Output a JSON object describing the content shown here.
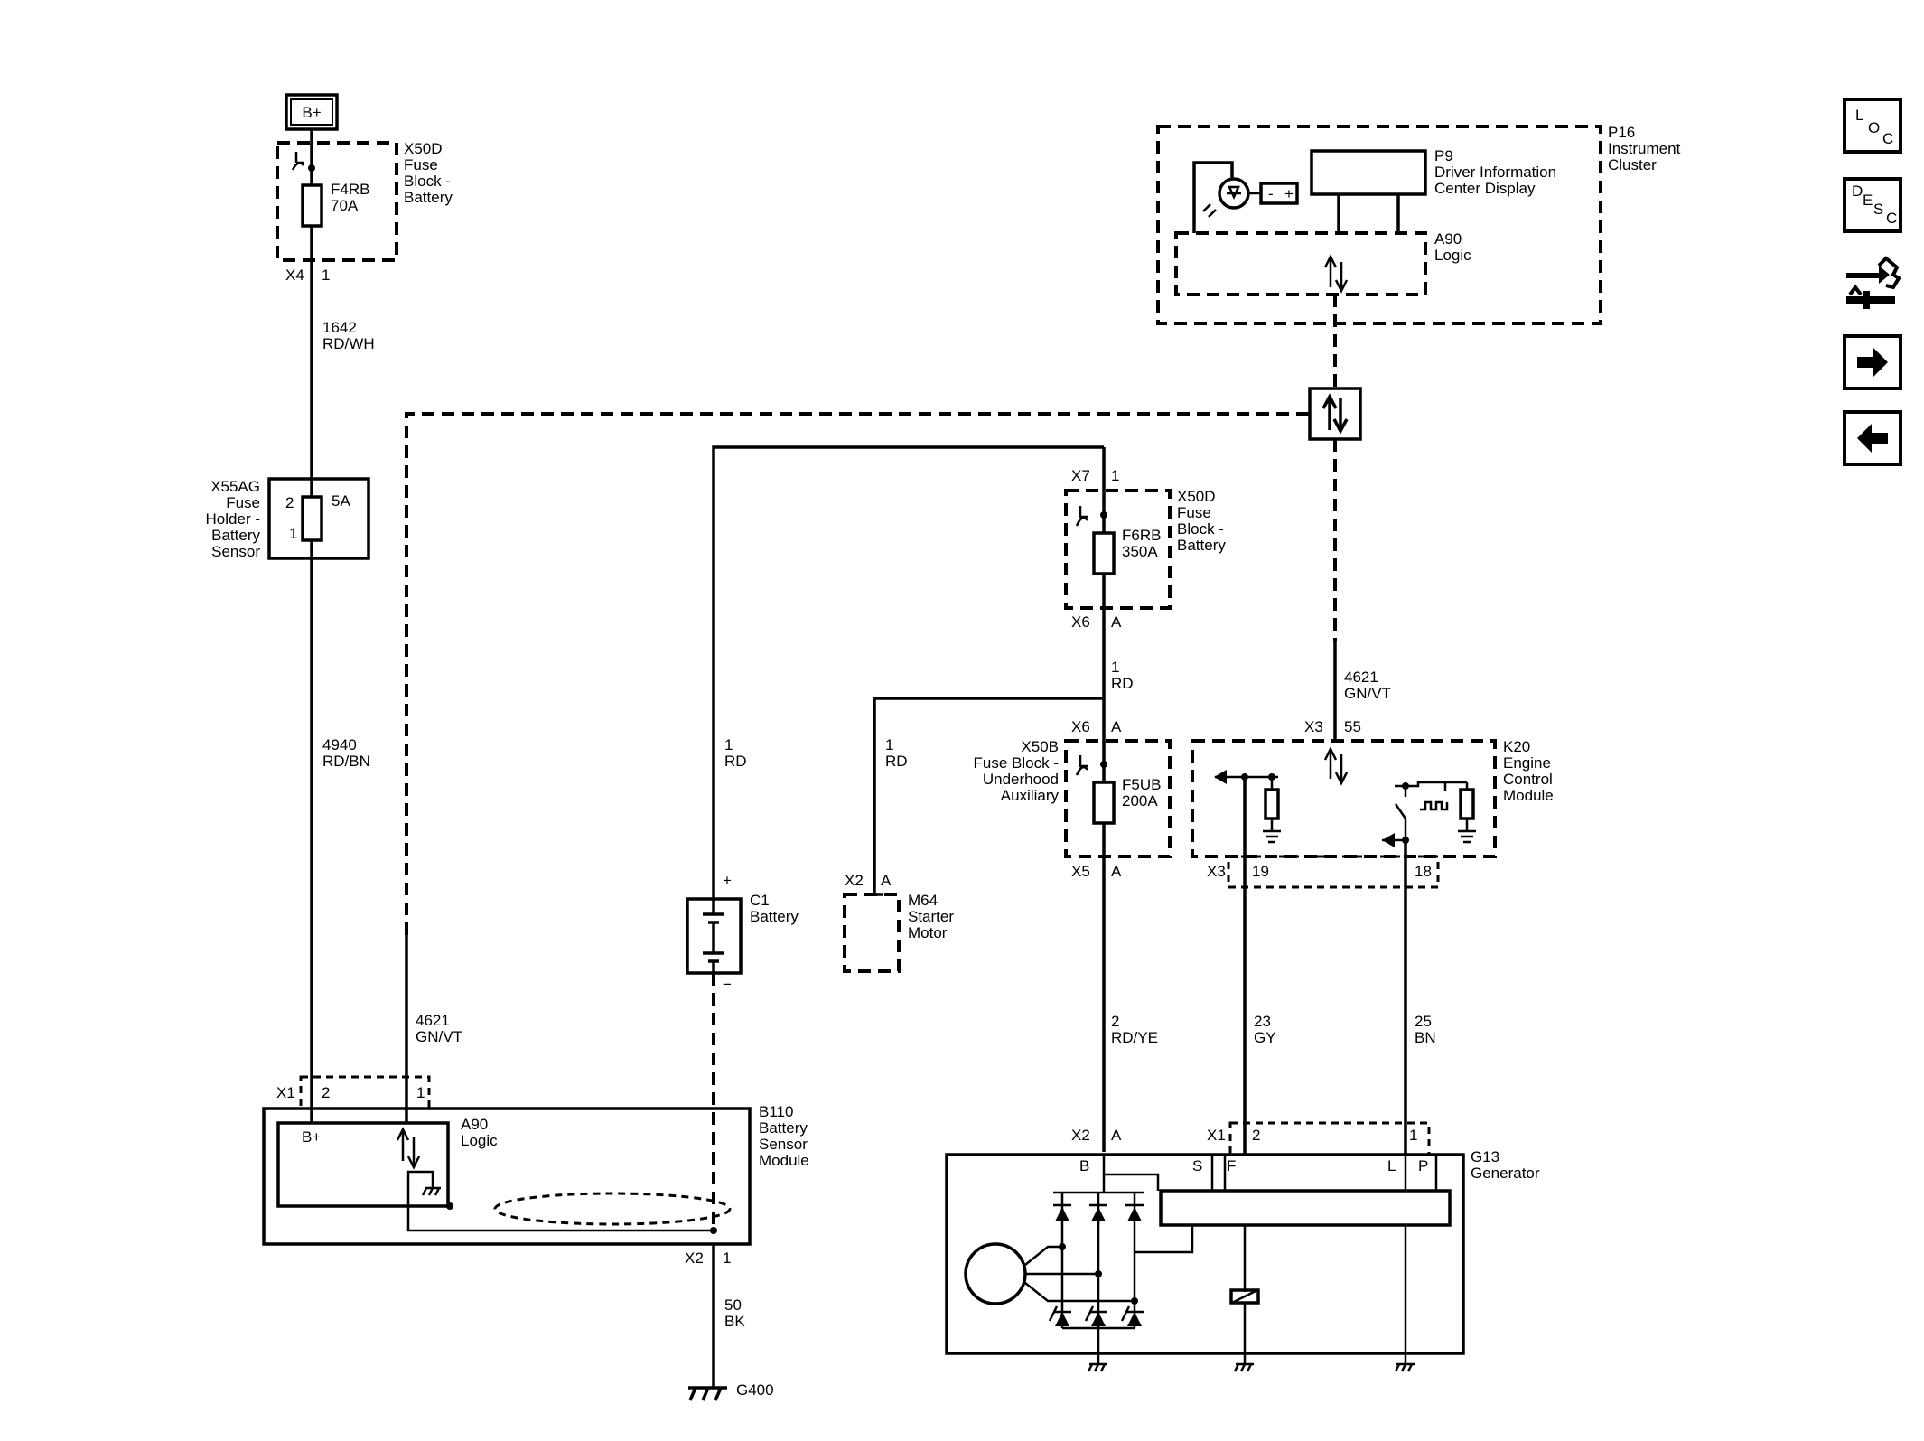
{
  "nav": {
    "loc": [
      "L",
      "O",
      "C"
    ],
    "desc": [
      "D",
      "E",
      "S",
      "C"
    ],
    "icons": [
      "connector-swap-icon",
      "arrow-right-icon",
      "arrow-left-icon"
    ]
  },
  "diagram": {
    "bplus": "B+",
    "x50d_top": {
      "id": "X50D",
      "l1": "Fuse",
      "l2": "Block -",
      "l3": "Battery",
      "fuse": "F4RB",
      "amp": "70A",
      "conn": "X4",
      "pin": "1"
    },
    "wire_1642": {
      "num": "1642",
      "color": "RD/WH"
    },
    "x55ag": {
      "id": "X55AG",
      "l1": "Fuse",
      "l2": "Holder -",
      "l3": "Battery",
      "l4": "Sensor",
      "pin2": "2",
      "pin1": "1",
      "amp": "5A"
    },
    "wire_4940": {
      "num": "4940",
      "color": "RD/BN"
    },
    "wire_4621_left": {
      "num": "4621",
      "color": "GN/VT"
    },
    "b110": {
      "conn": "X1",
      "pin2": "2",
      "pin1": "1",
      "bplus": "B+",
      "logic_id": "A90",
      "logic": "Logic",
      "id": "B110",
      "l1": "Battery",
      "l2": "Sensor",
      "l3": "Module",
      "conn2": "X2",
      "pin_gnd": "1"
    },
    "wire_50": {
      "num": "50",
      "color": "BK"
    },
    "ground": "G400",
    "wire_1rd_batt": {
      "num": "1",
      "color": "RD"
    },
    "c1": {
      "id": "C1",
      "name": "Battery",
      "plus": "+",
      "minus": "−"
    },
    "wire_1rd_starter": {
      "num": "1",
      "color": "RD"
    },
    "m64": {
      "conn": "X2",
      "pin": "A",
      "id": "M64",
      "l1": "Starter",
      "l2": "Motor"
    },
    "x50d_mid": {
      "conn_top": "X7",
      "pin_top": "1",
      "id": "X50D",
      "l1": "Fuse",
      "l2": "Block -",
      "l3": "Battery",
      "fuse": "F6RB",
      "amp": "350A",
      "conn_bot": "X6",
      "pin_bot": "A"
    },
    "wire_1rd_mid": {
      "num": "1",
      "color": "RD"
    },
    "x50b": {
      "conn_top": "X6",
      "pin_top": "A",
      "id": "X50B",
      "l1": "Fuse Block -",
      "l2": "Underhood",
      "l3": "Auxiliary",
      "fuse": "F5UB",
      "amp": "200A",
      "conn_bot": "X5",
      "pin_bot": "A"
    },
    "wire_2": {
      "num": "2",
      "color": "RD/YE"
    },
    "p16": {
      "id": "P16",
      "l1": "Instrument",
      "l2": "Cluster",
      "p9_id": "P9",
      "p9_l1": "Driver Information",
      "p9_l2": "Center Display",
      "a90_id": "A90",
      "a90": "Logic"
    },
    "wire_4621_right": {
      "num": "4621",
      "color": "GN/VT"
    },
    "k20": {
      "conn": "X3",
      "pin_top": "55",
      "id": "K20",
      "l1": "Engine",
      "l2": "Control",
      "l3": "Module",
      "pin19": "19",
      "pin18": "18",
      "conn_bot": "X3"
    },
    "wire_23": {
      "num": "23",
      "color": "GY"
    },
    "wire_25": {
      "num": "25",
      "color": "BN"
    },
    "g13": {
      "conn2": "X2",
      "pinA": "A",
      "conn1": "X1",
      "pin2": "2",
      "pin1": "1",
      "id": "G13",
      "name": "Generator",
      "tB": "B",
      "tS": "S",
      "tF": "F",
      "tL": "L",
      "tP": "P"
    }
  }
}
